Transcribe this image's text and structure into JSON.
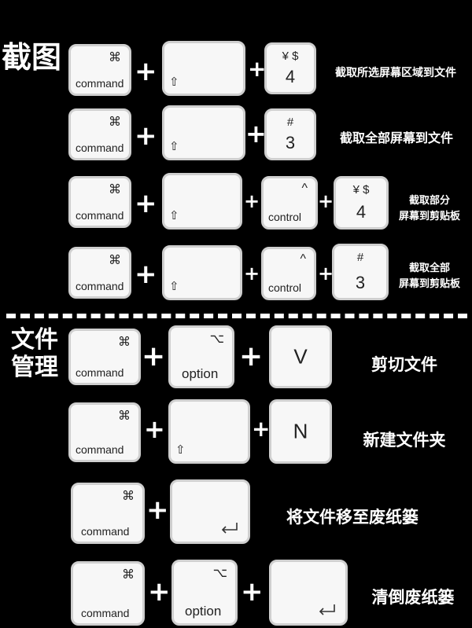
{
  "sections": {
    "screenshot": {
      "title": "截图"
    },
    "file_manage": {
      "title": "文件\n管理"
    }
  },
  "keys": {
    "command": {
      "symbol": "⌘",
      "label": "command"
    },
    "option": {
      "symbol": "⌥",
      "label": "option"
    },
    "control": {
      "symbol": "^",
      "label": "control"
    },
    "shift": {
      "symbol": "⇧"
    },
    "four": {
      "top": "¥ $",
      "main": "4"
    },
    "three": {
      "top": "#",
      "main": "3"
    },
    "v": {
      "main": "V"
    },
    "n": {
      "main": "N"
    }
  },
  "plus": "+",
  "rows": [
    {
      "desc": "截取所选屏幕区域到文件"
    },
    {
      "desc": "截取全部屏幕到文件"
    },
    {
      "desc_line1": "截取部分",
      "desc_line2": "屏幕到剪贴板"
    },
    {
      "desc_line1": "截取全部",
      "desc_line2": "屏幕到剪贴板"
    },
    {
      "desc": "剪切文件"
    },
    {
      "desc": "新建文件夹"
    },
    {
      "desc": "将文件移至废纸篓"
    },
    {
      "desc": "清倒废纸篓"
    }
  ]
}
